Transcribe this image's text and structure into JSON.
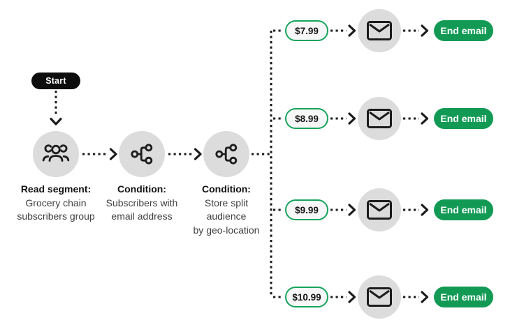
{
  "colors": {
    "canvas_bg": "#ffffff",
    "node_gray": "#dcdcdc",
    "ink_black": "#0d0d0d",
    "line_dark": "#1c1c1c",
    "green_outline": "#17a45c",
    "green_fill": "#129a55",
    "price_pill_bg": "#f7f7f7",
    "text_title": "#121212",
    "text_body": "#3f3f3f",
    "price_text": "#161616",
    "end_text": "#ffffff"
  },
  "start": {
    "label": "Start"
  },
  "nodes": [
    {
      "icon": "audience-icon",
      "title": "Read segment:",
      "lines": [
        "Grocery chain",
        "subscribers group"
      ]
    },
    {
      "icon": "split-icon",
      "title": "Condition:",
      "lines": [
        "Subscribers with",
        "email address"
      ]
    },
    {
      "icon": "split-icon",
      "title": "Condition:",
      "lines": [
        "Store split",
        "audience",
        "by geo-location"
      ]
    }
  ],
  "branches": [
    {
      "price": "$7.99",
      "icon": "email-icon",
      "end_label": "End email"
    },
    {
      "price": "$8.99",
      "icon": "email-icon",
      "end_label": "End email"
    },
    {
      "price": "$9.99",
      "icon": "email-icon",
      "end_label": "End email"
    },
    {
      "price": "$10.99",
      "icon": "email-icon",
      "end_label": "End email"
    }
  ]
}
